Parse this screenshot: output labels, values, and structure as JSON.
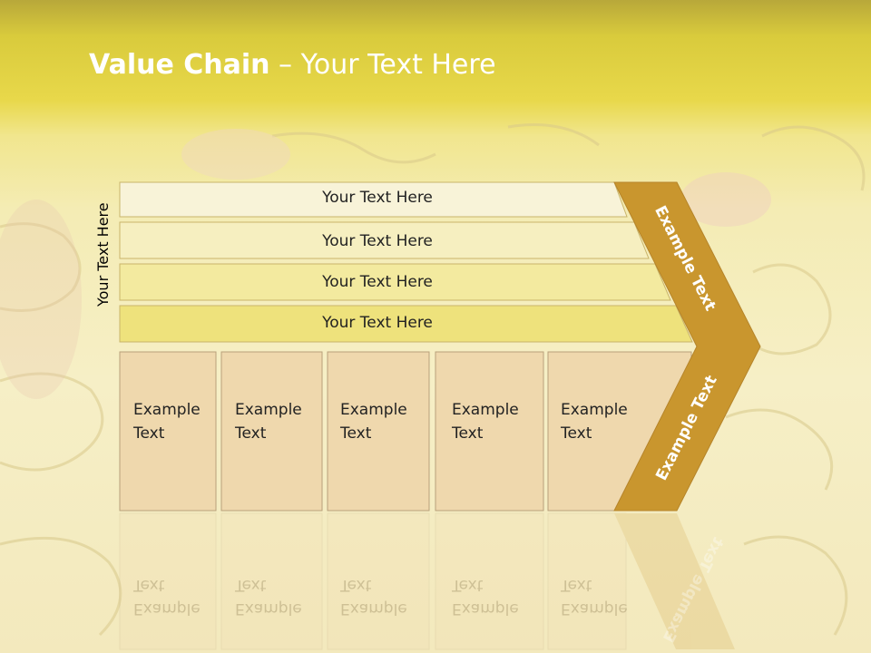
{
  "slide": {
    "title_bold": "Value Chain",
    "title_rest": " – Your Text Here",
    "side_label": "Your Text Here",
    "bands": [
      {
        "text": "Your Text Here",
        "color": "#f8f3d8"
      },
      {
        "text": "Your Text Here",
        "color": "#f6efc0"
      },
      {
        "text": "Your Text Here",
        "color": "#f3ea9f"
      },
      {
        "text": "Your Text Here",
        "color": "#eee27c"
      }
    ],
    "columns": [
      {
        "line1": "Example",
        "line2": "Text"
      },
      {
        "line1": "Example",
        "line2": "Text"
      },
      {
        "line1": "Example",
        "line2": "Text"
      },
      {
        "line1": "Example",
        "line2": "Text"
      },
      {
        "line1": "Example",
        "line2": "Text"
      }
    ],
    "arrow_upper": "Example Text",
    "arrow_lower": "Example Text",
    "colors": {
      "arrow": "#c9962e",
      "column_fill": "#efd8ad",
      "column_border": "#b8a07a"
    }
  }
}
